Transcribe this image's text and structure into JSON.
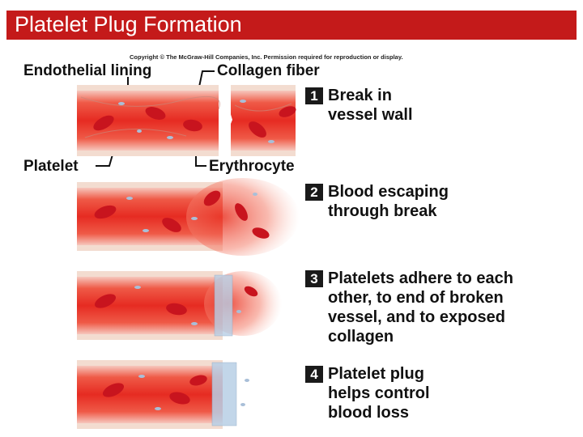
{
  "title": "Platelet Plug Formation",
  "copyright": "Copyright © The McGraw-Hill Companies, Inc. Permission required for reproduction or display.",
  "labels": {
    "endothelial": "Endothelial lining",
    "collagen": "Collagen fiber",
    "platelet": "Platelet",
    "erythrocyte": "Erythrocyte"
  },
  "steps": [
    {
      "num": "1",
      "lines": [
        "Break in",
        "vessel wall"
      ]
    },
    {
      "num": "2",
      "lines": [
        "Blood escaping",
        "through break"
      ]
    },
    {
      "num": "3",
      "lines": [
        "Platelets adhere to each",
        "other, to end of broken",
        "vessel, and to exposed",
        "collagen"
      ]
    },
    {
      "num": "4",
      "lines": [
        "Platelet plug",
        "helps control",
        "blood loss"
      ]
    }
  ],
  "colors": {
    "title_bar": "#c41a1a",
    "blood": "#e8332a",
    "vessel_wall": "#f3dcd0",
    "erythrocyte": "#c8141e",
    "platelet": "#a9bfd8"
  }
}
